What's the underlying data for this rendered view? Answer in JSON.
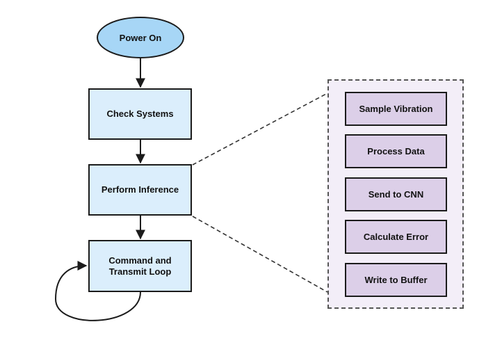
{
  "diagram": {
    "start": {
      "label": "Power On"
    },
    "steps": [
      {
        "label": "Check Systems"
      },
      {
        "label": "Perform Inference"
      },
      {
        "label": "Command and\nTransmit Loop"
      }
    ],
    "detail_steps": [
      {
        "label": "Sample Vibration"
      },
      {
        "label": "Process Data"
      },
      {
        "label": "Send to CNN"
      },
      {
        "label": "Calculate Error"
      },
      {
        "label": "Write to Buffer"
      }
    ],
    "colors": {
      "start_fill": "#a7d6f6",
      "step_fill": "#dbeefc",
      "detail_fill": "#dccfe8",
      "panel_fill": "#f3eef8",
      "line": "#1b1b1b"
    }
  }
}
